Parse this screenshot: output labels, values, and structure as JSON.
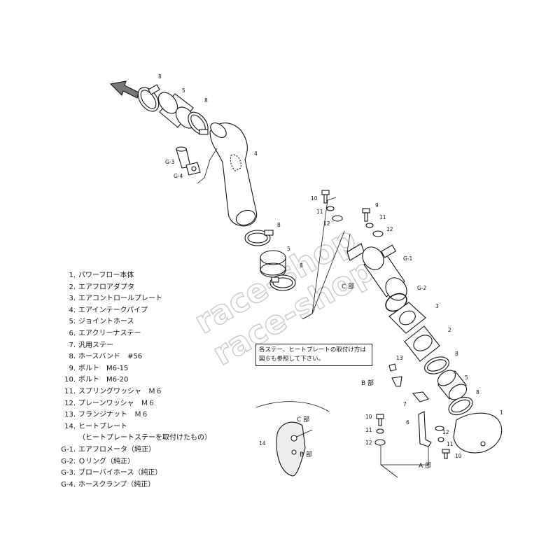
{
  "watermark": "race-shop",
  "parts_list": [
    {
      "num": "1.",
      "name": "パワーフロー本体"
    },
    {
      "num": "2.",
      "name": "エアフロアダプタ"
    },
    {
      "num": "3.",
      "name": "エアコントロールプレート"
    },
    {
      "num": "4.",
      "name": "エアインテークパイプ"
    },
    {
      "num": "5.",
      "name": "ジョイントホース"
    },
    {
      "num": "6.",
      "name": "エアクリーナステー"
    },
    {
      "num": "7.",
      "name": "汎用ステー"
    },
    {
      "num": "8.",
      "name": "ホースバンド　#56"
    },
    {
      "num": "9.",
      "name": "ボルト　M6-15"
    },
    {
      "num": "10.",
      "name": "ボルト　M6-20"
    },
    {
      "num": "11.",
      "name": "スプリングワッシャ　Ｍ６"
    },
    {
      "num": "12.",
      "name": "プレーンワッシャ　Ｍ６"
    },
    {
      "num": "13.",
      "name": "フランジナット　Ｍ６"
    },
    {
      "num": "14.",
      "name": "ヒートプレート"
    },
    {
      "num": "",
      "name": "（ヒートプレートステーを取付けたもの）"
    },
    {
      "num": "G-1.",
      "name": "エアフロメータ（純正）"
    },
    {
      "num": "G-2.",
      "name": "Ｏリング（純正）"
    },
    {
      "num": "G-3.",
      "name": "ブローバイホース（純正）"
    },
    {
      "num": "G-4.",
      "name": "ホースクランプ（純正）"
    }
  ],
  "note": "各ステー、ヒートプレートの取付け方は図６も参照して下さい。",
  "callouts": {
    "c8a": "8",
    "c5a": "5",
    "c8b": "8",
    "c4": "4",
    "cg3": "G-3",
    "cg4": "G-4",
    "c8c": "8",
    "c5b": "5",
    "c8d": "8",
    "c10a": "10",
    "c11a": "11",
    "c12a": "12",
    "c9": "9",
    "c11b": "11",
    "c12b": "12",
    "cg1": "G-1",
    "cC": "C 部",
    "cg2": "G-2",
    "c3": "3",
    "c2": "2",
    "c8e": "8",
    "c13": "13",
    "cB": "B 部",
    "c5c": "5",
    "c8f": "8",
    "c7": "7",
    "c1": "1",
    "c10b": "10",
    "c11c": "11",
    "c12c": "12",
    "c6": "6",
    "c12d": "12",
    "c11d": "11",
    "c10c": "10",
    "cA": "A 部",
    "c14": "14",
    "cCd": "C 部",
    "cBd": "B 部"
  }
}
